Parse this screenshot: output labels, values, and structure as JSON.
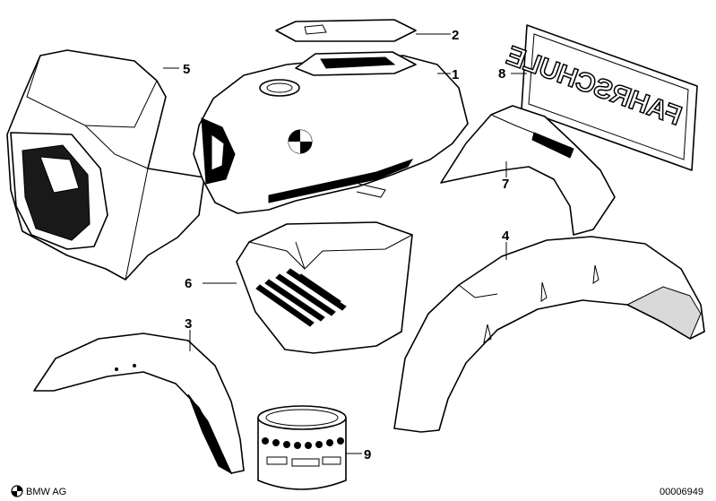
{
  "diagram": {
    "callouts": [
      {
        "id": "1",
        "label": "1"
      },
      {
        "id": "2",
        "label": "2"
      },
      {
        "id": "3",
        "label": "3"
      },
      {
        "id": "4",
        "label": "4"
      },
      {
        "id": "5",
        "label": "5"
      },
      {
        "id": "6",
        "label": "6"
      },
      {
        "id": "7",
        "label": "7"
      },
      {
        "id": "8",
        "label": "8"
      },
      {
        "id": "9",
        "label": "9"
      }
    ],
    "plate_text": "FAHRSCHULE",
    "logo_text": "BMW AG",
    "doc_number": "00006949"
  }
}
